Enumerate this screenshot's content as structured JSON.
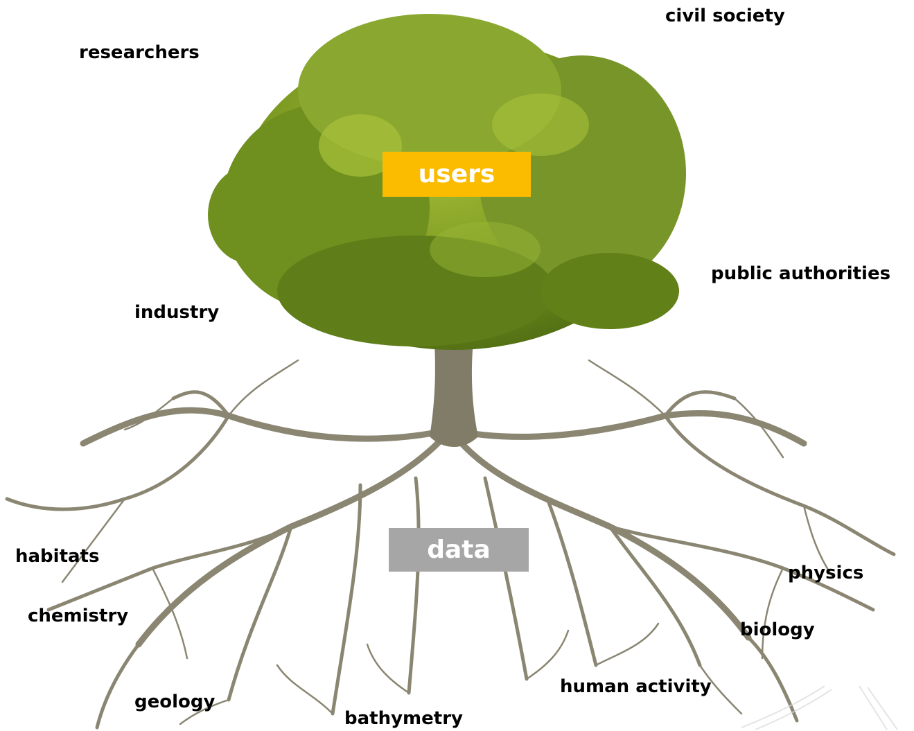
{
  "tree_illustration": {
    "canopy_color": "#6f8f1f",
    "canopy_highlight": "#a9c23a",
    "canopy_shadow": "#4d6a12",
    "trunk_color": "#807c68",
    "root_color": "#8a8672"
  },
  "canopy_box": {
    "label": "users",
    "color": "#fbbc00"
  },
  "roots_box": {
    "label": "data",
    "color": "#a6a6a6"
  },
  "user_groups": {
    "researchers": "researchers",
    "civil_society": "civil society",
    "public_authorities": "public authorities",
    "industry": "industry"
  },
  "data_themes": {
    "habitats": "habitats",
    "chemistry": "chemistry",
    "geology": "geology",
    "bathymetry": "bathymetry",
    "human_activity": "human activity",
    "biology": "biology",
    "physics": "physics"
  }
}
